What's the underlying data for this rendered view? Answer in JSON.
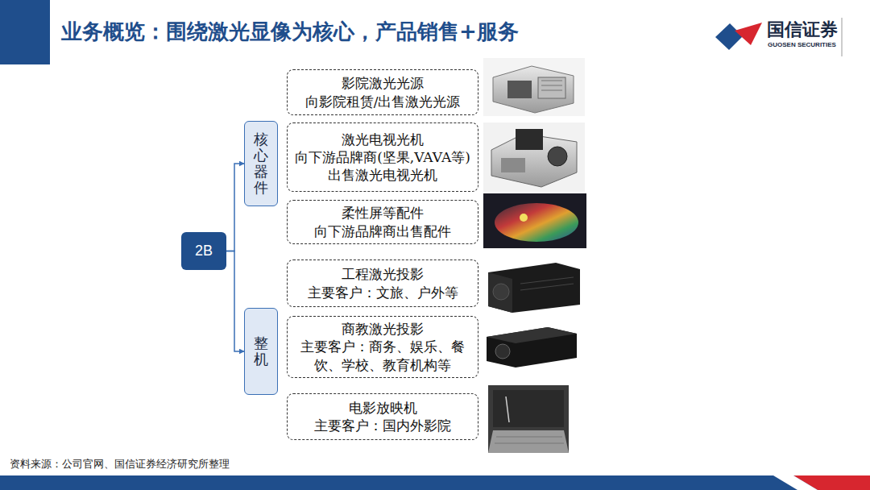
{
  "diagram": {
    "title": "业务概览：围绕激光显像为核心，产品销售+服务",
    "caption": "资料来源：公司官网、国信证券经济研究所整理",
    "nodes": [
      {
        "text": [
          "2B"
        ]
      },
      {
        "text": [
          "核心器件"
        ]
      },
      {
        "text": [
          "整机"
        ]
      },
      {
        "text": [
          "影院激光光源",
          "向影院租赁/出售激光光源"
        ]
      },
      {
        "text": [
          "激光电视光机",
          "向下游品牌商(坚果,VAVA等)出售激光电视光机"
        ]
      },
      {
        "text": [
          "柔性屏等配件",
          "向下游品牌商出售配件"
        ]
      },
      {
        "text": [
          "工程激光投影",
          "主要客户：文旅、户外等"
        ]
      },
      {
        "text": [
          "商教激光投影",
          "主要客户：商务、娱乐、餐饮、学校、教育机构等"
        ]
      },
      {
        "text": [
          "电影放映机",
          "主要客户：国内外影院"
        ]
      }
    ],
    "edges": [
      {
        "from": 0,
        "to": 1,
        "arrow": "to"
      },
      {
        "from": 0,
        "to": 2,
        "arrow": "to"
      }
    ],
    "labels": [
      "国信证券",
      "GUOSEN SECURITIES"
    ]
  }
}
